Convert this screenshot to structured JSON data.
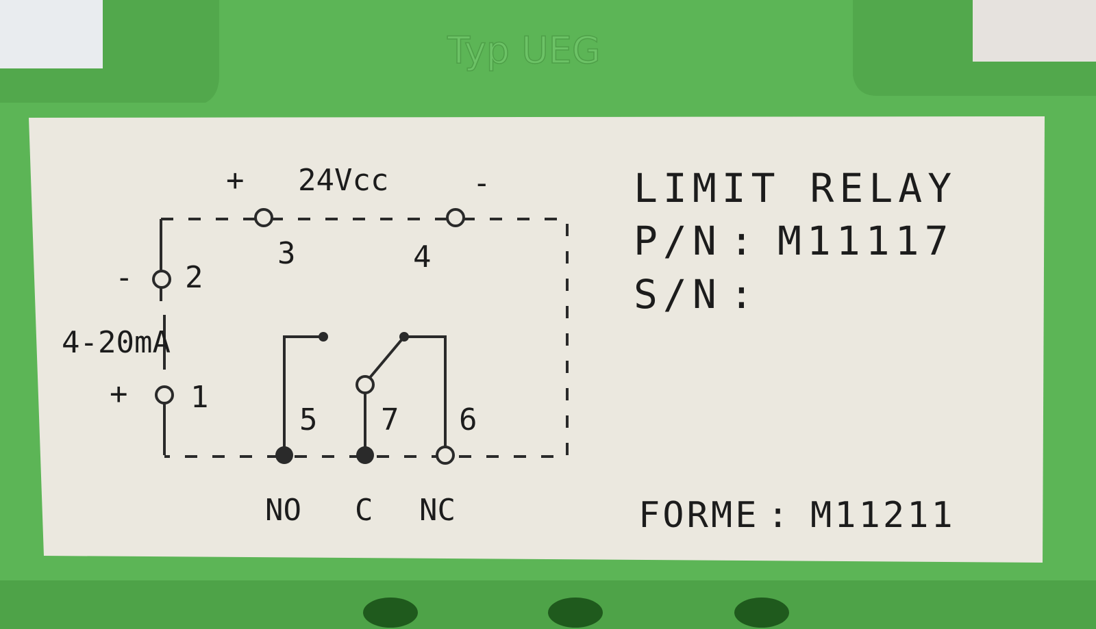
{
  "housing": {
    "embossed_text": "Typ UEG",
    "color": "#5cb556",
    "label_color": "#ebe8df"
  },
  "diagram": {
    "supply": {
      "plus": "+",
      "label": "24Vcc",
      "minus": "-"
    },
    "terminals": {
      "t1": "1",
      "t2": "2",
      "t3": "3",
      "t4": "4",
      "t5": "5",
      "t6": "6",
      "t7": "7"
    },
    "input": {
      "minus": "-",
      "plus": "+",
      "label": "4-20mA"
    },
    "contacts": {
      "no": "NO",
      "c": "C",
      "nc": "NC"
    }
  },
  "info": {
    "title": "LIMIT RELAY",
    "pn_label": "P/N",
    "pn_sep": ":",
    "pn_value": "M11117",
    "sn_label": "S/N",
    "sn_sep": ":",
    "forme_label": "FORME",
    "forme_sep": ":",
    "forme_value": "M11211"
  }
}
